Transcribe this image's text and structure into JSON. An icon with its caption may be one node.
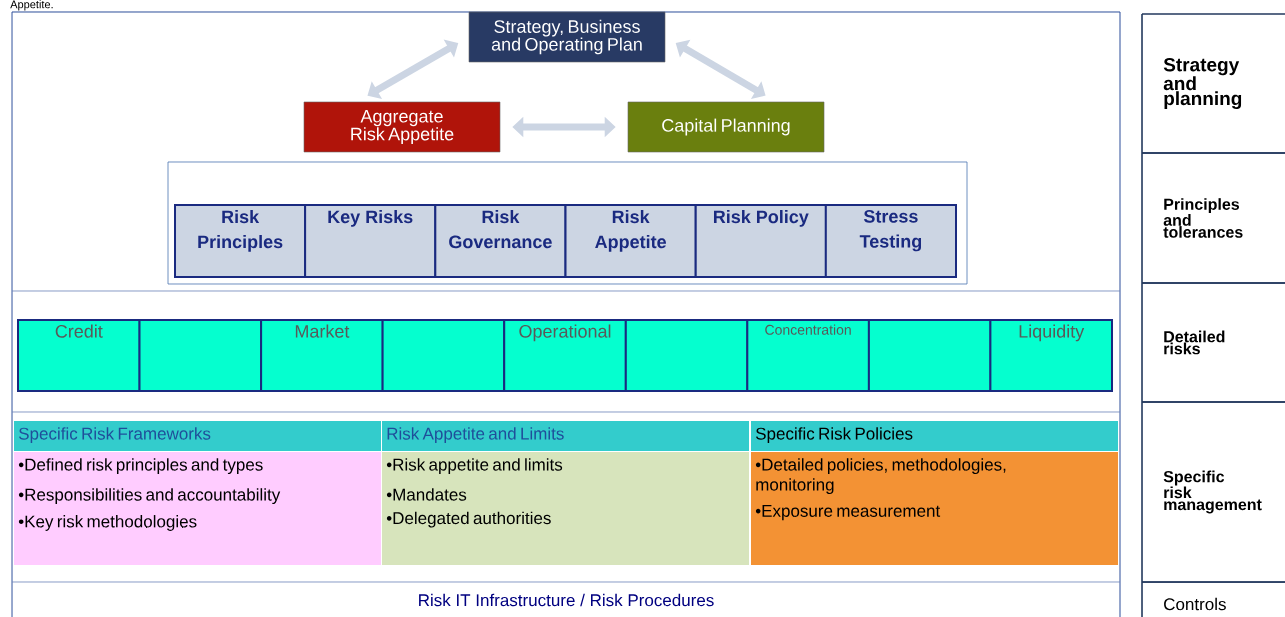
{
  "diagram": {
    "nodes": [
      {
        "text": [
          "Strategy, Business and Operating Plan"
        ]
      },
      {
        "text": [
          "Aggregate Risk Appetite"
        ]
      },
      {
        "text": [
          "Capital Planning"
        ]
      },
      {
        "text": [],
        "shape": "box"
      },
      {
        "text": [
          "Risk Principles"
        ],
        "in": 3
      },
      {
        "text": [
          "Key Risks"
        ],
        "in": 3
      },
      {
        "text": [
          "Risk Governance"
        ],
        "in": 3
      },
      {
        "text": [
          "Risk Appetite"
        ],
        "in": 3
      },
      {
        "text": [
          "Risk Policy"
        ],
        "in": 3
      },
      {
        "text": [
          "Stress Testing"
        ],
        "in": 3
      },
      {
        "text": [
          "Credit"
        ]
      },
      {
        "text": [],
        "shape": "box"
      },
      {
        "text": [
          "Market"
        ]
      },
      {
        "text": [],
        "shape": "box"
      },
      {
        "text": [
          "Operational"
        ]
      },
      {
        "text": [],
        "shape": "box"
      },
      {
        "text": [
          "Concentration"
        ]
      },
      {
        "text": [],
        "shape": "box"
      },
      {
        "text": [
          "Liquidity"
        ]
      },
      {
        "text": [
          "Specific Risk Frameworks",
          "•Defined risk principles and types",
          "•Responsibilities and accountability",
          "•Key risk methodologies"
        ]
      },
      {
        "text": [
          "Risk Appetite and Limits",
          "•Risk appetite and limits",
          "•Mandates",
          "•Delegated authorities"
        ]
      },
      {
        "text": [
          "Specific Risk Policies",
          "•Detailed policies, methodologies, monitoring",
          "•Exposure measurement"
        ]
      },
      {
        "text": [
          "Strategy and planning"
        ]
      },
      {
        "text": [
          "Principles and tolerances"
        ]
      },
      {
        "text": [
          "Detailed risks"
        ]
      },
      {
        "text": [
          "Specific risk management"
        ]
      },
      {
        "text": [
          "Controls"
        ]
      }
    ],
    "edges": [
      {
        "from": 1,
        "to": 0,
        "arrow": "both"
      },
      {
        "from": 0,
        "to": 2,
        "arrow": "both"
      },
      {
        "from": 1,
        "to": 2,
        "arrow": "both"
      }
    ],
    "labels": [
      "Appetite.",
      "Risk IT Infrastructure / Risk Procedures"
    ]
  }
}
